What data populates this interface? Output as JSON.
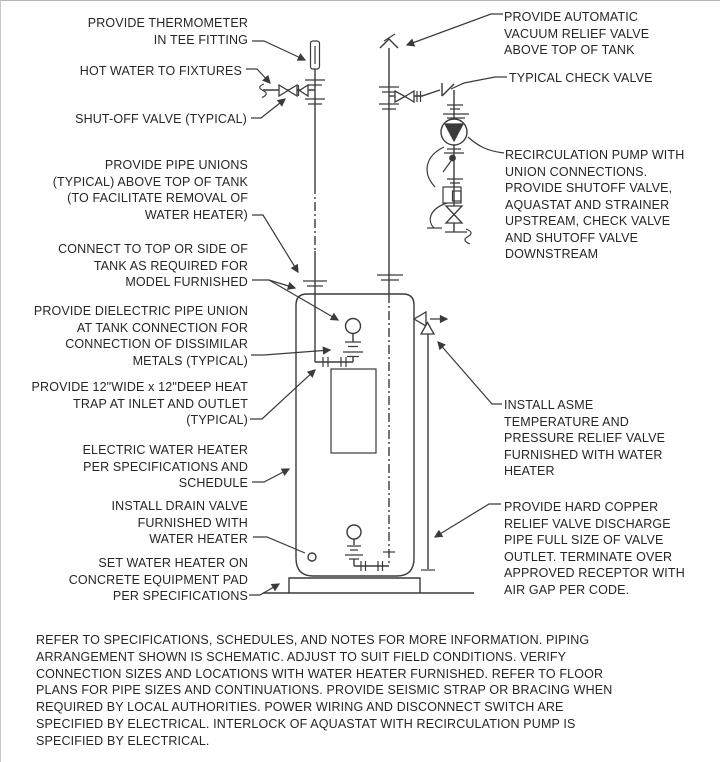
{
  "colors": {
    "background": "#ffffff",
    "ink": "#262626",
    "line": "#3a3a3a"
  },
  "labels": {
    "left": [
      {
        "id": "thermometer",
        "text": "PROVIDE THERMOMETER\nIN TEE FITTING"
      },
      {
        "id": "hot-water",
        "text": "HOT WATER TO FIXTURES"
      },
      {
        "id": "shut-off-valve",
        "text": "SHUT-OFF VALVE (TYPICAL)"
      },
      {
        "id": "pipe-unions",
        "text": "PROVIDE PIPE UNIONS\n(TYPICAL) ABOVE TOP OF TANK\n(TO FACILITATE REMOVAL OF\nWATER HEATER)"
      },
      {
        "id": "connect-top-side",
        "text": "CONNECT TO TOP OR SIDE OF\nTANK AS REQUIRED FOR\nMODEL FURNISHED"
      },
      {
        "id": "dielectric-union",
        "text": "PROVIDE DIELECTRIC PIPE UNION\nAT TANK CONNECTION FOR\nCONNECTION OF DISSIMILAR\nMETALS (TYPICAL)"
      },
      {
        "id": "heat-trap",
        "text": "PROVIDE 12\"WIDE x 12\"DEEP HEAT\nTRAP AT INLET AND OUTLET\n(TYPICAL)"
      },
      {
        "id": "electric-heater",
        "text": "ELECTRIC WATER HEATER\nPER SPECIFICATIONS AND\nSCHEDULE"
      },
      {
        "id": "drain-valve",
        "text": "INSTALL DRAIN VALVE\nFURNISHED WITH\nWATER HEATER"
      },
      {
        "id": "concrete-pad",
        "text": "SET WATER HEATER ON\nCONCRETE EQUIPMENT PAD\nPER SPECIFICATIONS"
      }
    ],
    "right": [
      {
        "id": "vacuum-relief",
        "text": "PROVIDE AUTOMATIC\nVACUUM RELIEF VALVE\nABOVE TOP OF TANK"
      },
      {
        "id": "check-valve",
        "text": "TYPICAL CHECK VALVE"
      },
      {
        "id": "recirc-pump",
        "text": "RECIRCULATION PUMP WITH\nUNION CONNECTIONS.\nPROVIDE SHUTOFF VALVE,\nAQUASTAT AND STRAINER\nUPSTREAM, CHECK VALVE\nAND SHUTOFF VALVE\nDOWNSTREAM"
      },
      {
        "id": "asme-relief",
        "text": "INSTALL ASME\nTEMPERATURE AND\nPRESSURE RELIEF VALVE\nFURNISHED WITH WATER\nHEATER"
      },
      {
        "id": "copper-discharge",
        "text": "PROVIDE HARD COPPER\nRELIEF VALVE DISCHARGE\nPIPE FULL SIZE OF VALVE\nOUTLET.  TERMINATE OVER\nAPPROVED RECEPTOR WITH\nAIR GAP PER CODE."
      }
    ]
  },
  "notes": {
    "lines": [
      "REFER TO SPECIFICATIONS, SCHEDULES, AND NOTES FOR MORE INFORMATION.  PIPING",
      "ARRANGEMENT SHOWN IS SCHEMATIC.  ADJUST TO SUIT FIELD CONDITIONS.  VERIFY",
      "CONNECTION SIZES AND LOCATIONS WITH WATER HEATER FURNISHED.  REFER TO FLOOR",
      "PLANS FOR PIPE SIZES AND CONTINUATIONS.  PROVIDE SEISMIC STRAP OR BRACING WHEN",
      "REQUIRED BY LOCAL AUTHORITIES.  POWER WIRING AND DISCONNECT SWITCH ARE",
      "SPECIFIED BY ELECTRICAL.  INTERLOCK OF AQUASTAT WITH RECIRCULATION PUMP IS",
      "SPECIFIED BY ELECTRICAL."
    ]
  },
  "symbols": [
    "thermometer-symbol",
    "shut-off-valve-symbol",
    "check-valve-symbol",
    "pipe-union-symbol",
    "pipe-break-symbol",
    "vacuum-relief-valve-symbol",
    "recirculation-pump-symbol",
    "aquastat-symbol",
    "strainer-symbol",
    "dielectric-union-symbol",
    "heat-trap-piping",
    "water-heater-tank",
    "drain-valve-symbol",
    "temperature-pressure-relief-valve-symbol",
    "relief-discharge-pipe",
    "concrete-pad"
  ]
}
